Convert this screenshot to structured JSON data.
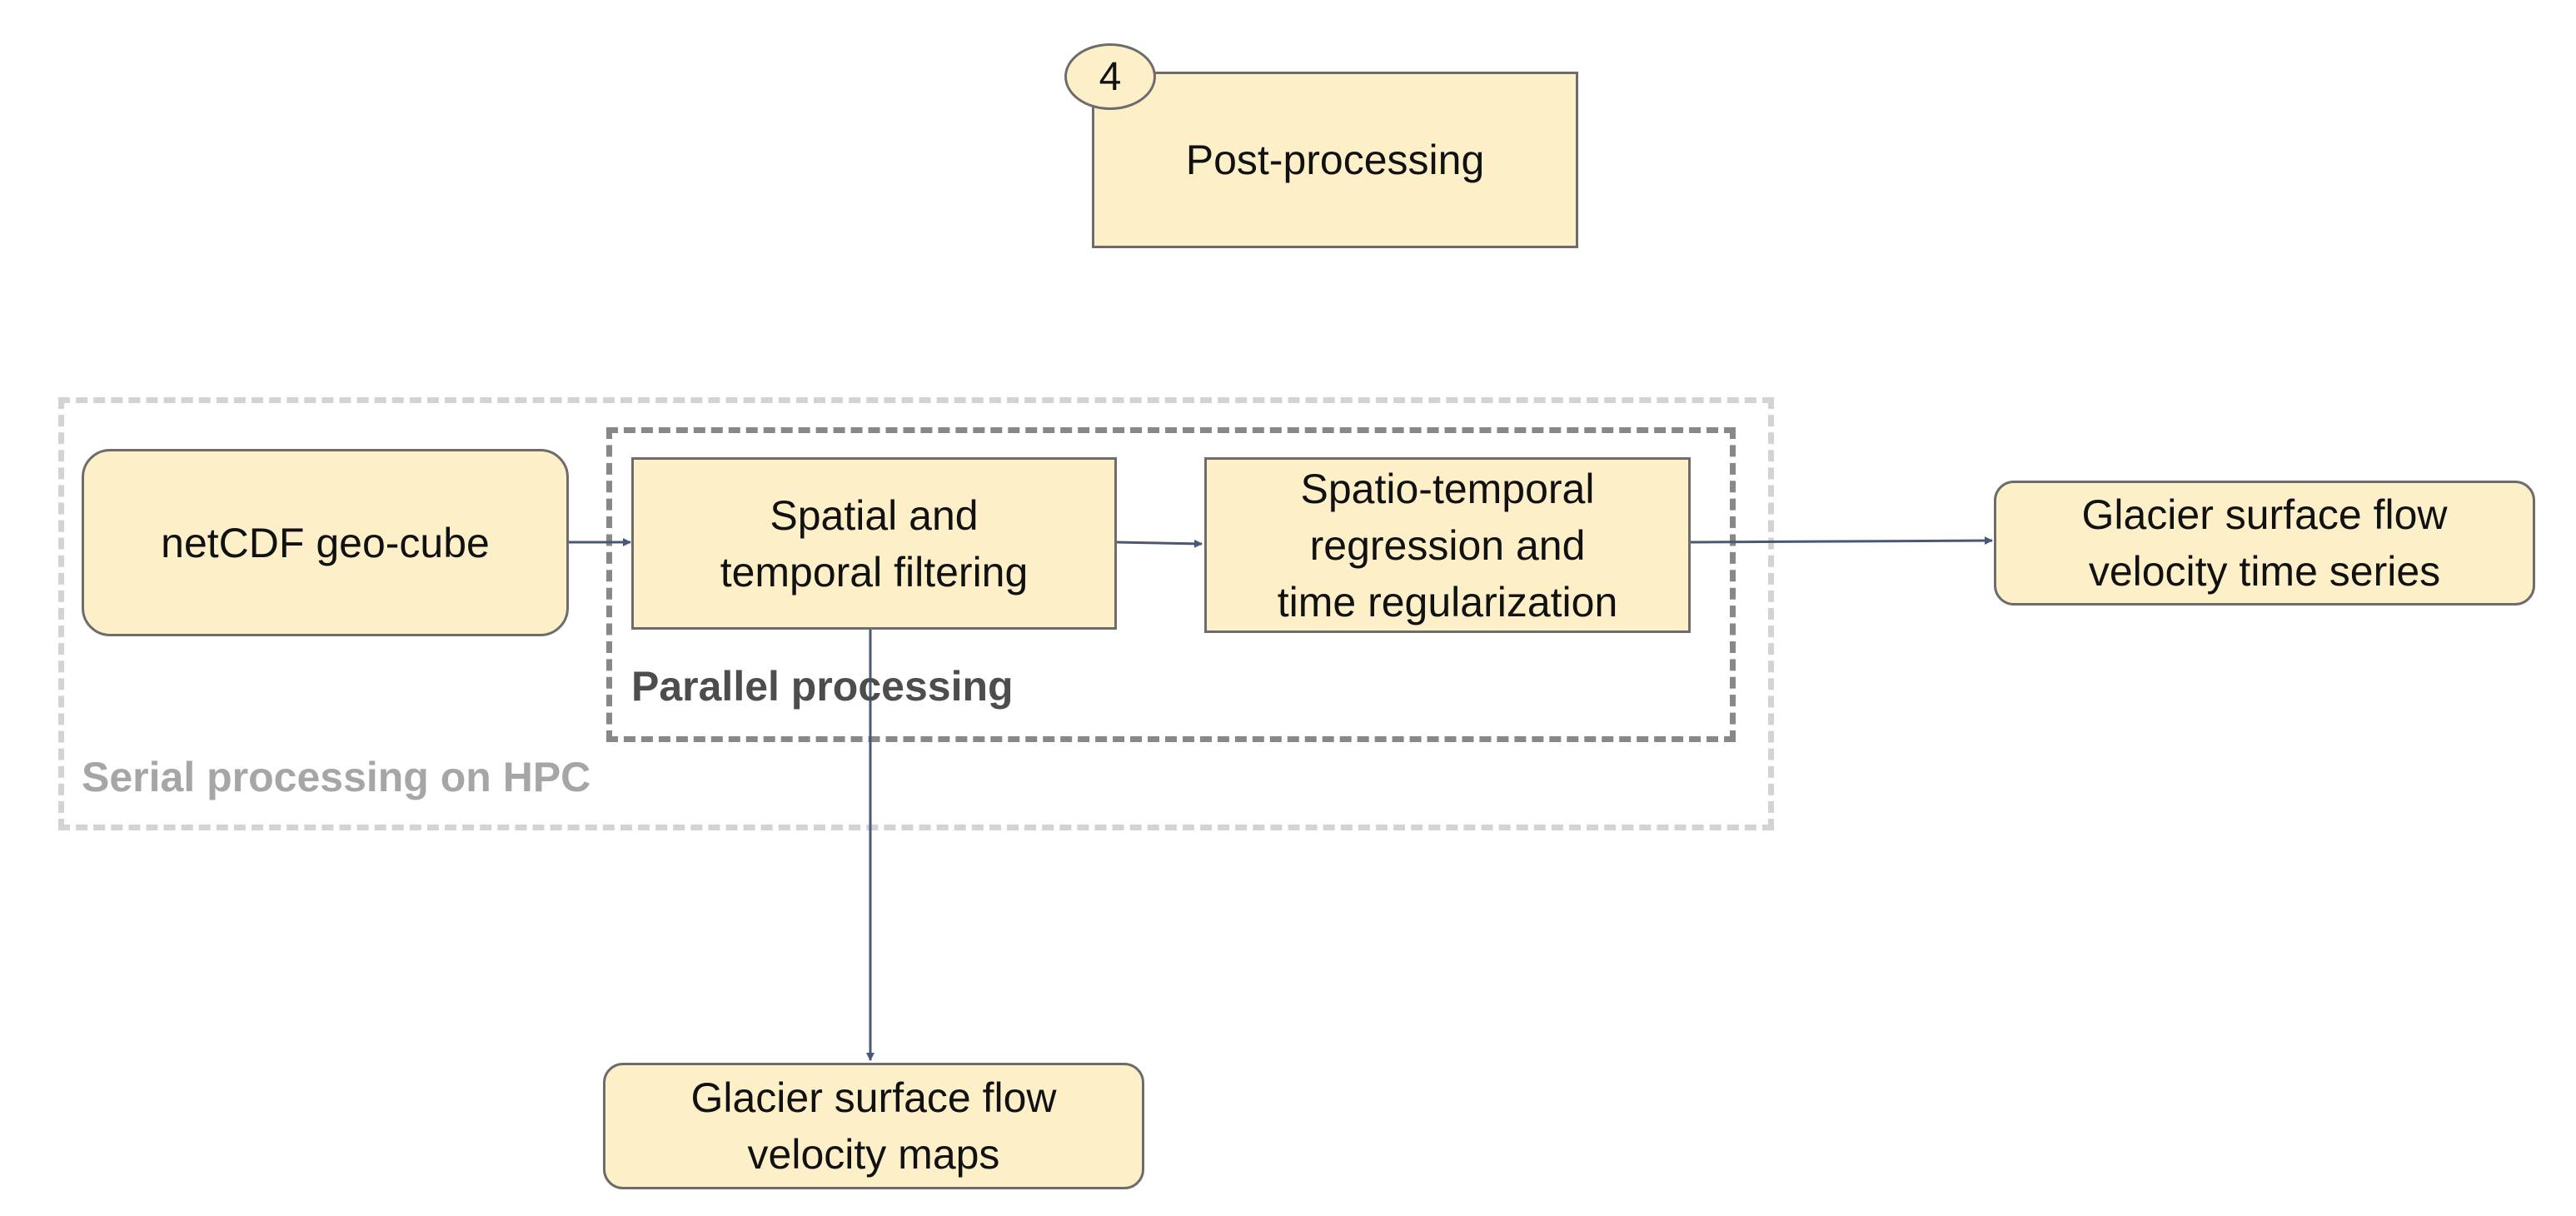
{
  "nodes": {
    "post_processing": {
      "label": "Post-processing",
      "step": "4"
    },
    "netcdf": {
      "label": "netCDF geo-cube"
    },
    "filtering": {
      "label_line1": "Spatial and",
      "label_line2": "temporal filtering"
    },
    "regression": {
      "label_line1": "Spatio-temporal",
      "label_line2": "regression and",
      "label_line3": "time regularization"
    },
    "time_series": {
      "label_line1": "Glacier surface flow",
      "label_line2": "velocity time series"
    },
    "maps": {
      "label_line1": "Glacier surface flow",
      "label_line2": "velocity maps"
    }
  },
  "groups": {
    "serial": {
      "label": "Serial processing on HPC"
    },
    "parallel": {
      "label": "Parallel processing"
    }
  },
  "edges": [
    {
      "from": "netcdf",
      "to": "filtering"
    },
    {
      "from": "filtering",
      "to": "regression"
    },
    {
      "from": "regression",
      "to": "time_series"
    },
    {
      "from": "filtering",
      "to": "maps"
    }
  ],
  "colors": {
    "node_fill": "#fdefc7",
    "node_border": "#6c6c6c",
    "edge": "#4a5878",
    "serial_group": "#d3d3d3",
    "parallel_group": "#888888",
    "serial_label": "#a6a6a6",
    "parallel_label": "#4d4d4d"
  }
}
